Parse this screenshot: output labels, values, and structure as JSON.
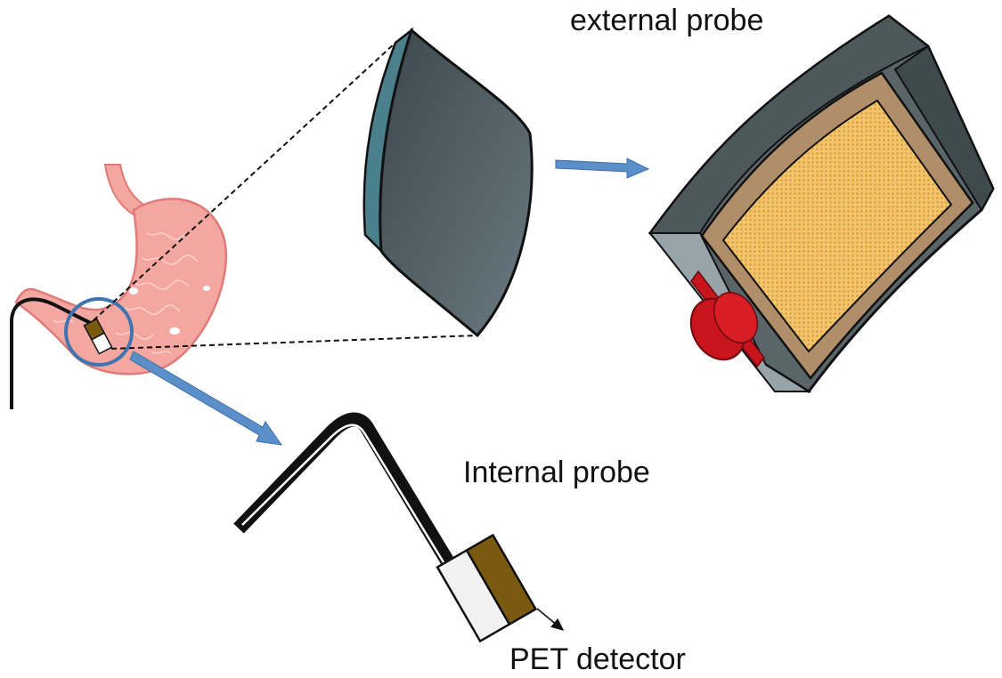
{
  "labels": {
    "external_probe": "external probe",
    "internal_probe": "Internal probe",
    "pet_detector": "PET detector"
  },
  "colors": {
    "stomach_fill": "#f4a6a0",
    "stomach_edge": "#e07a78",
    "curved_panel_front": "#4a5a60",
    "curved_panel_edge": "#4b7f8c",
    "probe_frame": "#5a656a",
    "probe_border": "#b08e6a",
    "detector_grid": "#eab14f",
    "red_part": "#c8141c",
    "arrow_blue": "#5b8fc9",
    "circle_blue": "#3f74b0",
    "detector_brown": "#7a5a10",
    "cable": "#111111"
  },
  "icons": {
    "stomach": "stomach-illustration",
    "panel": "curved-detector-panel",
    "external": "external-probe-illustration",
    "internal": "internal-probe-illustration"
  }
}
